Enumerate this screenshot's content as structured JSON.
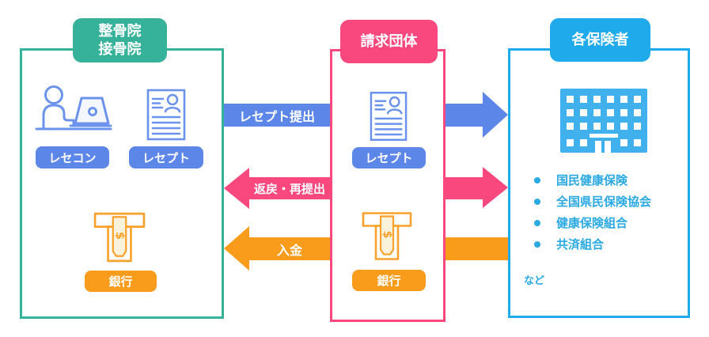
{
  "boxes": {
    "clinic": {
      "title_line1": "整骨院",
      "title_line2": "接骨院",
      "resecon_label": "レセコン",
      "receipt_label": "レセプト",
      "bank_label": "銀行"
    },
    "billing": {
      "title": "請求団体",
      "receipt_label": "レセプト",
      "bank_label": "銀行"
    },
    "insurers": {
      "title": "各保険者",
      "items": [
        "国民健康保険",
        "全国県民保険協会",
        "健康保険組合",
        "共済組合"
      ],
      "etc_label": "など"
    }
  },
  "arrows": {
    "submit_label": "レセプト提出",
    "return_label": "返戻・再提出",
    "payment_label": "入金"
  },
  "colors": {
    "clinic_teal": "#35B299",
    "billing_pink": "#F8487E",
    "submit_blue": "#5C87E9",
    "insurer_lightblue": "#1FAAEC",
    "payment_orange": "#F99C1C",
    "building_blue": "#41B1ED",
    "banknote_cream": "#FBF2DC"
  }
}
